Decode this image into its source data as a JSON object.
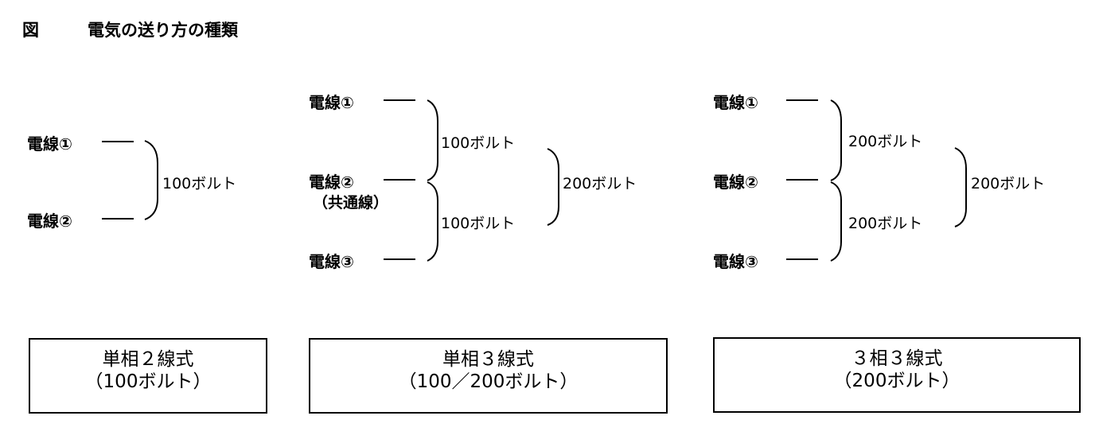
{
  "figure": {
    "label": "図",
    "title": "電気の送り方の種類"
  },
  "panels": [
    {
      "wires": [
        "電線①",
        "電線②"
      ],
      "voltages": [
        "100ボルト"
      ],
      "box": {
        "line1": "単相２線式",
        "line2": "（100ボルト）"
      }
    },
    {
      "wires": [
        "電線①",
        "電線②",
        "電線③"
      ],
      "common_wire_note": "（共通線）",
      "voltages": [
        "100ボルト",
        "100ボルト",
        "200ボルト"
      ],
      "box": {
        "line1": "単相３線式",
        "line2": "（100／200ボルト）"
      }
    },
    {
      "wires": [
        "電線①",
        "電線②",
        "電線③"
      ],
      "voltages": [
        "200ボルト",
        "200ボルト",
        "200ボルト"
      ],
      "box": {
        "line1": "３相３線式",
        "line2": "（200ボルト）"
      }
    }
  ]
}
